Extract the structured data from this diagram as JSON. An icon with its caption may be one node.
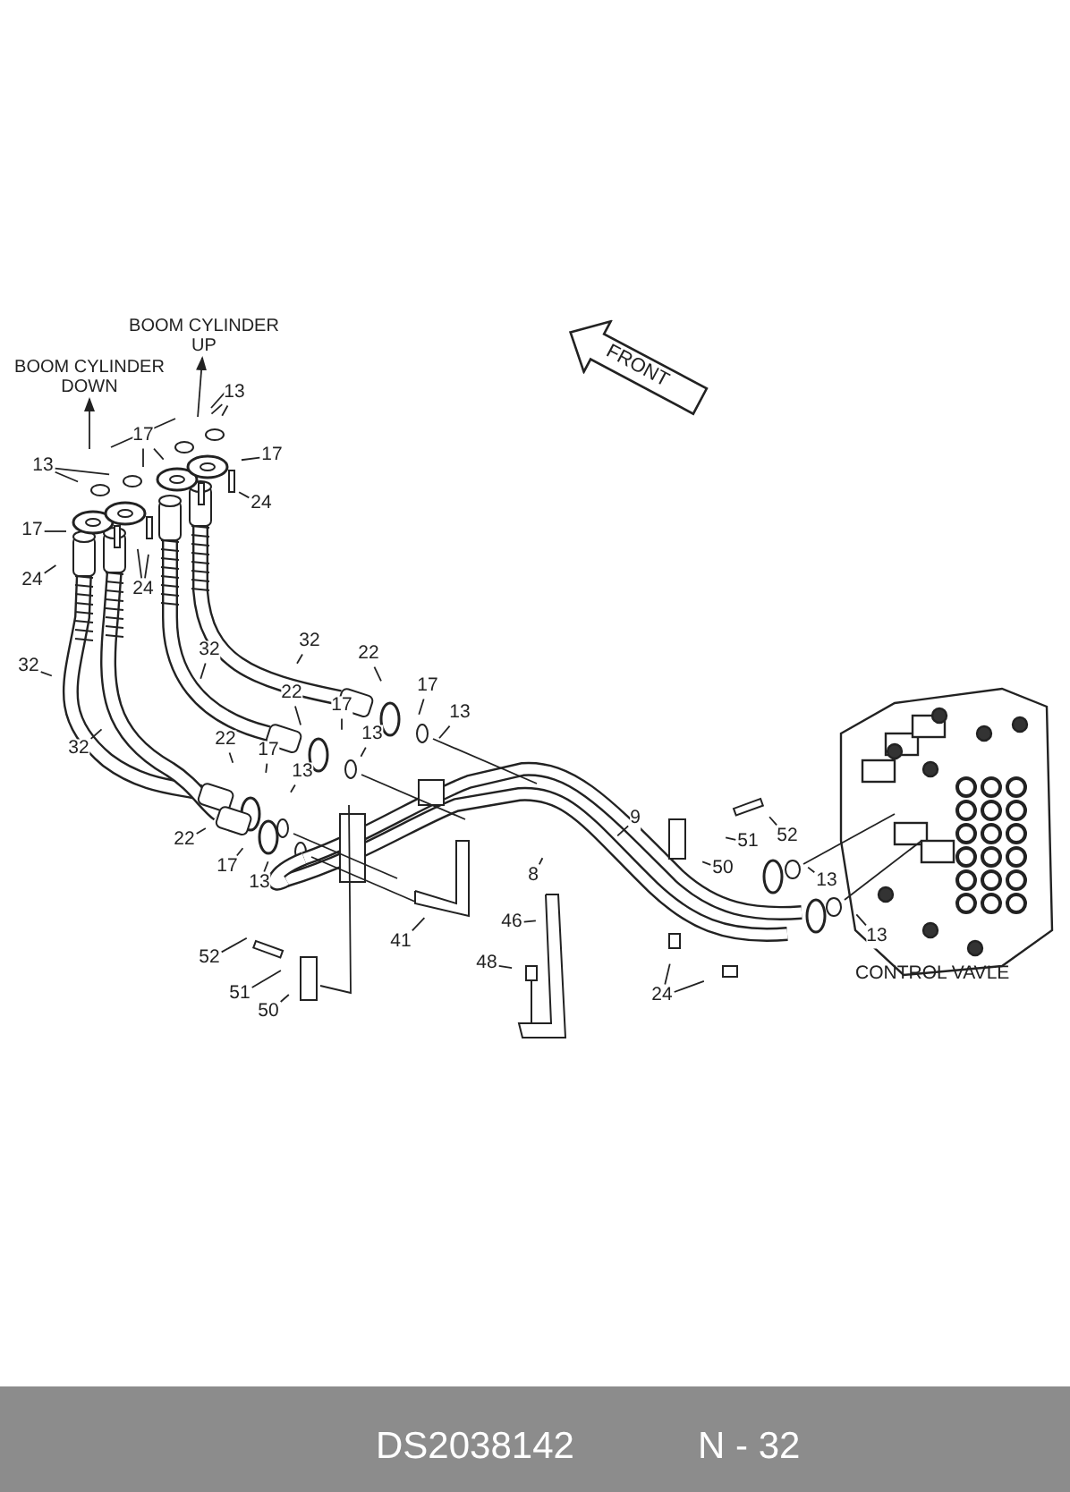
{
  "diagram": {
    "nodes": [
      {
        "text": [
          "BOOM CYLINDER DOWN"
        ]
      },
      {
        "text": [
          "BOOM CYLINDER UP"
        ]
      },
      {
        "text": [
          "FRONT"
        ]
      },
      {
        "text": [
          "13"
        ]
      },
      {
        "text": [
          "13"
        ]
      },
      {
        "text": [
          "17"
        ]
      },
      {
        "text": [
          "17"
        ]
      },
      {
        "text": [
          "17"
        ]
      },
      {
        "text": [
          "24"
        ]
      },
      {
        "text": [
          "24"
        ]
      },
      {
        "text": [
          "24"
        ]
      },
      {
        "text": [
          "32"
        ]
      },
      {
        "text": [
          "32"
        ]
      },
      {
        "text": [
          "32"
        ]
      },
      {
        "text": [
          "32"
        ]
      },
      {
        "text": [
          "22"
        ]
      },
      {
        "text": [
          "17"
        ]
      },
      {
        "text": [
          "13"
        ]
      },
      {
        "text": [
          "22"
        ]
      },
      {
        "text": [
          "17"
        ]
      },
      {
        "text": [
          "13"
        ]
      },
      {
        "text": [
          "22"
        ]
      },
      {
        "text": [
          "17"
        ]
      },
      {
        "text": [
          "13"
        ]
      },
      {
        "text": [
          "22"
        ]
      },
      {
        "text": [
          "17"
        ]
      },
      {
        "text": [
          "13"
        ]
      },
      {
        "text": [
          "9"
        ]
      },
      {
        "text": [
          "8"
        ]
      },
      {
        "text": [
          "52"
        ]
      },
      {
        "text": [
          "51"
        ]
      },
      {
        "text": [
          "50"
        ]
      },
      {
        "text": [
          "13"
        ]
      },
      {
        "text": [
          "13"
        ]
      },
      {
        "text": [
          "41"
        ]
      },
      {
        "text": [
          "46"
        ]
      },
      {
        "text": [
          "48"
        ]
      },
      {
        "text": [
          "24"
        ]
      },
      {
        "text": [
          "52"
        ]
      },
      {
        "text": [
          "51"
        ]
      },
      {
        "text": [
          "50"
        ]
      }
    ],
    "edges": [
      {
        "from": null,
        "to": 0,
        "arrow": "to"
      },
      {
        "from": null,
        "to": 1,
        "arrow": "to"
      },
      {
        "from": 3,
        "to": null,
        "arrow": "none"
      },
      {
        "from": 3,
        "to": null,
        "arrow": "none"
      },
      {
        "from": 4,
        "to": null,
        "arrow": "none"
      },
      {
        "from": 4,
        "to": null,
        "arrow": "none"
      },
      {
        "from": 5,
        "to": null,
        "arrow": "none"
      },
      {
        "from": 5,
        "to": null,
        "arrow": "none"
      },
      {
        "from": 6,
        "to": null,
        "arrow": "none"
      },
      {
        "from": 7,
        "to": null,
        "arrow": "none"
      },
      {
        "from": 8,
        "to": null,
        "arrow": "none"
      },
      {
        "from": 9,
        "to": null,
        "arrow": "none"
      },
      {
        "from": 10,
        "to": null,
        "arrow": "none"
      },
      {
        "from": 10,
        "to": null,
        "arrow": "none"
      },
      {
        "from": 11,
        "to": null,
        "arrow": "none"
      },
      {
        "from": 12,
        "to": null,
        "arrow": "none"
      },
      {
        "from": 13,
        "to": null,
        "arrow": "none"
      },
      {
        "from": 14,
        "to": null,
        "arrow": "none"
      },
      {
        "from": 15,
        "to": null,
        "arrow": "none"
      },
      {
        "from": 16,
        "to": null,
        "arrow": "none"
      },
      {
        "from": 17,
        "to": null,
        "arrow": "none"
      },
      {
        "from": 18,
        "to": null,
        "arrow": "none"
      },
      {
        "from": 19,
        "to": null,
        "arrow": "none"
      },
      {
        "from": 20,
        "to": null,
        "arrow": "none"
      },
      {
        "from": 21,
        "to": null,
        "arrow": "none"
      },
      {
        "from": 22,
        "to": null,
        "arrow": "none"
      },
      {
        "from": 23,
        "to": null,
        "arrow": "none"
      },
      {
        "from": 24,
        "to": null,
        "arrow": "none"
      },
      {
        "from": 25,
        "to": null,
        "arrow": "none"
      },
      {
        "from": 26,
        "to": null,
        "arrow": "none"
      },
      {
        "from": 27,
        "to": null,
        "arrow": "none"
      },
      {
        "from": 28,
        "to": null,
        "arrow": "none"
      },
      {
        "from": 29,
        "to": null,
        "arrow": "none"
      },
      {
        "from": 30,
        "to": null,
        "arrow": "none"
      },
      {
        "from": 31,
        "to": null,
        "arrow": "none"
      },
      {
        "from": 32,
        "to": null,
        "arrow": "none"
      },
      {
        "from": 33,
        "to": null,
        "arrow": "none"
      },
      {
        "from": 34,
        "to": null,
        "arrow": "none"
      },
      {
        "from": 35,
        "to": null,
        "arrow": "none"
      },
      {
        "from": 36,
        "to": null,
        "arrow": "none"
      },
      {
        "from": 37,
        "to": null,
        "arrow": "none"
      },
      {
        "from": 37,
        "to": null,
        "arrow": "none"
      },
      {
        "from": 38,
        "to": null,
        "arrow": "none"
      },
      {
        "from": 39,
        "to": null,
        "arrow": "none"
      },
      {
        "from": 40,
        "to": null,
        "arrow": "none"
      }
    ],
    "labels": [
      "CONTROL VAVLE",
      "DS2038142",
      "N - 32"
    ]
  }
}
